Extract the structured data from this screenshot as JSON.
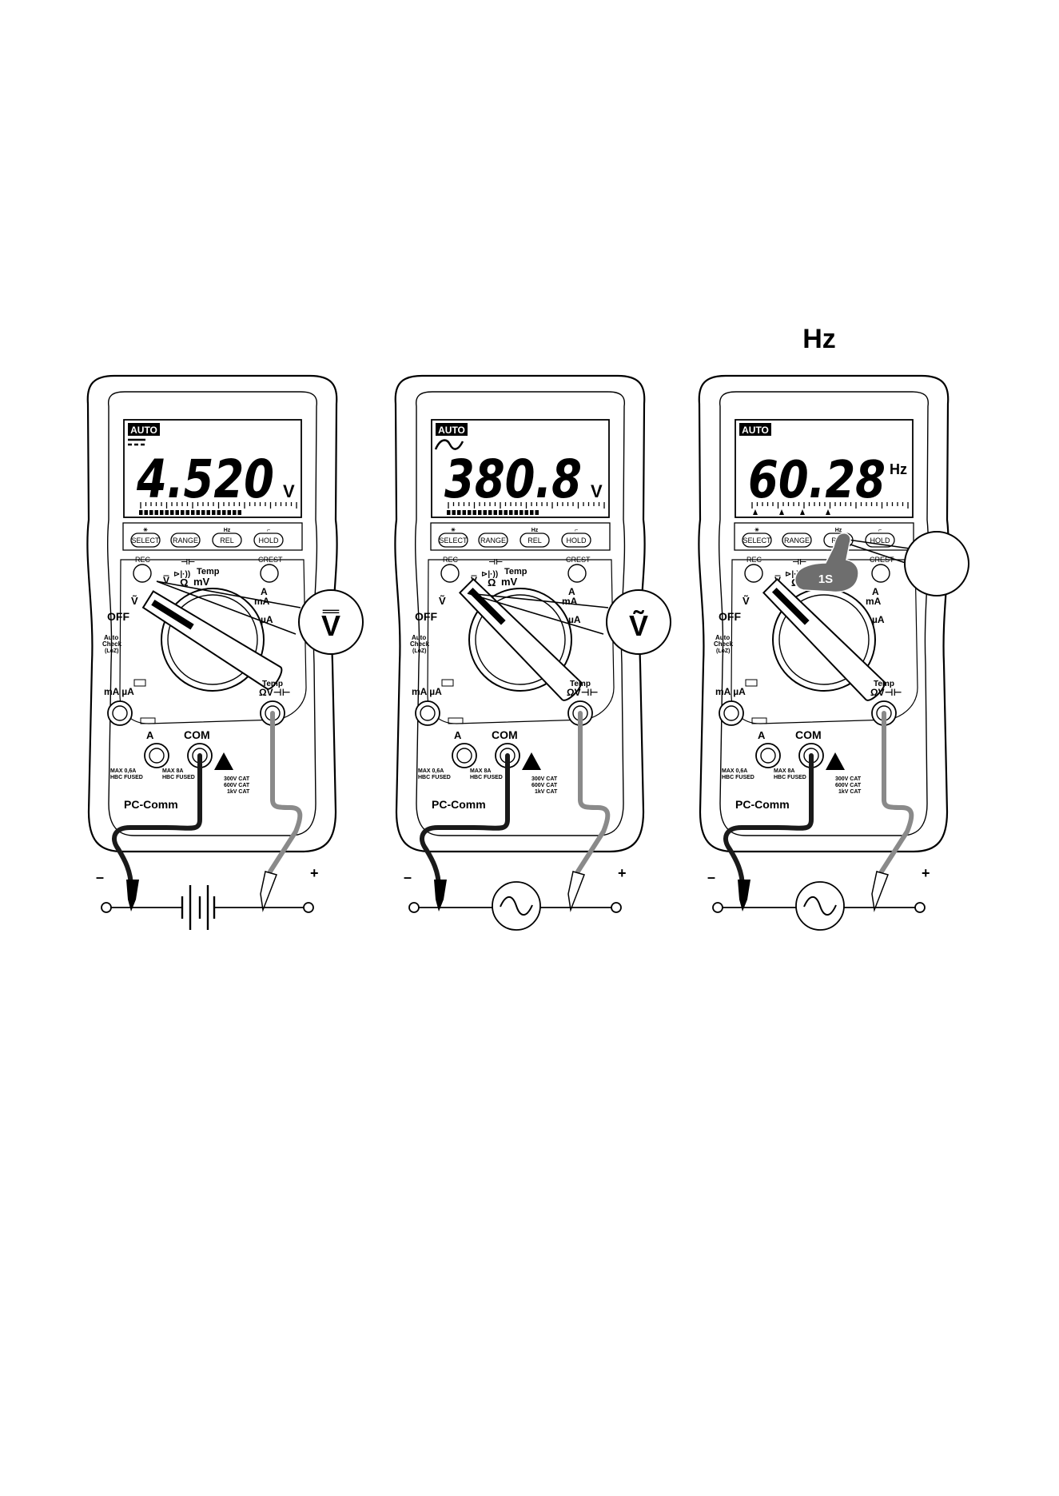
{
  "header": {
    "hz_label": "Hz"
  },
  "common": {
    "auto_badge": "AUTO",
    "buttons": [
      "SELECT",
      "RANGE",
      "REL",
      "HOLD"
    ],
    "button_toplabels": [
      "☀",
      "",
      "Hz",
      "⌐"
    ],
    "rec_label": "REC",
    "crest_label": "CREST",
    "temp_label": "Temp",
    "mv_label": "mV",
    "ohm_label": "Ω",
    "v_ac_label": "Ṽ",
    "v_dc_label": "V̿",
    "off_label": "OFF",
    "autocheck_label": "Auto",
    "autocheck_label2": "Check",
    "autocheck_label3": "(LoZ)",
    "a_label": "A",
    "ma_label": "mA",
    "ua_label": "µA",
    "ma_ua_label": "mA  µA",
    "a_jack_label": "A",
    "com_label": "COM",
    "temp_jack_label": "Temp",
    "ohm_v_label": "ΩV⊣⊢",
    "max_a1": "MAX 0,6A",
    "max_a1b": "HBC FUSED",
    "max_a2": "MAX 8A",
    "max_a2b": "HBC FUSED",
    "cat1": "300V CAT",
    "cat2": "600V CAT",
    "cat3": "1kV CAT",
    "brand": "PC-Comm",
    "minus": "–",
    "plus": "+"
  },
  "meters": [
    {
      "reading": "4.520",
      "unit": "V",
      "mode": "dc",
      "callout": "V̿",
      "source": "battery"
    },
    {
      "reading": "380.8",
      "unit": "V",
      "mode": "ac",
      "callout": "Ṽ",
      "source": "ac"
    },
    {
      "reading": "60.28",
      "unit": "Hz",
      "mode": "hz",
      "callout": "",
      "press": "1S",
      "source": "ac"
    }
  ],
  "colors": {
    "ink": "#000000",
    "lead_red": "#8a8a8a",
    "lead_black": "#1a1a1a",
    "finger": "#6e6e6e",
    "lcd": "#ffffff"
  }
}
